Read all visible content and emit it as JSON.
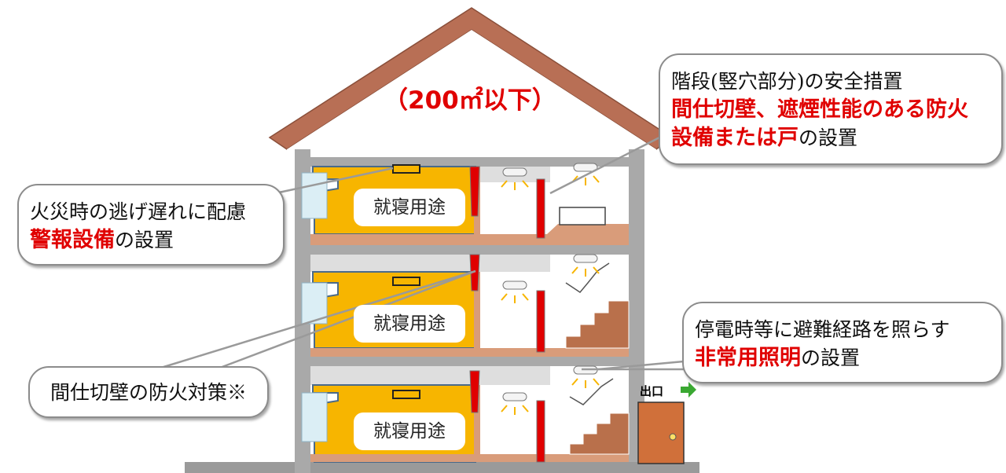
{
  "roof_label": "（200㎡以下）",
  "rooms": [
    "就寝用途",
    "就寝用途",
    "就寝用途"
  ],
  "exit_label": "出口",
  "callouts": {
    "stairs": {
      "line1": "階段(竪穴部分)の安全措置",
      "highlight1": "間仕切壁、遮煙性能のある防火",
      "highlight2": "設備または戸",
      "suffix": "の設置"
    },
    "alarm": {
      "line1": "火災時の逃げ遅れに配慮",
      "highlight": "警報設備",
      "suffix": "の設置"
    },
    "lighting": {
      "line1": "停電時等に避難経路を照らす",
      "highlight": "非常用照明",
      "suffix": "の設置"
    },
    "partition": {
      "text": "間仕切壁の防火対策※"
    }
  },
  "colors": {
    "roof": "#b86f55",
    "wall": "#a9a9a9",
    "bedroom": "#f7b500",
    "floor": "#d99c7a",
    "stair": "#b9704b",
    "highlight": "#e00000",
    "door": "#d0703a",
    "exit_arrow": "#3aa832"
  }
}
